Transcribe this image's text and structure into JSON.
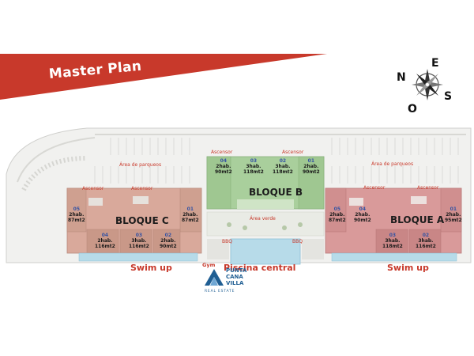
{
  "banner": {
    "title": "Master Plan",
    "color": "#c8392b"
  },
  "compass": {
    "letters": [
      "N",
      "E",
      "S",
      "O"
    ],
    "icon": "compass-rose-icon"
  },
  "areas": {
    "parking_left": "Área de parqueos",
    "parking_right": "Área de parqueos",
    "green_area": "Área verde",
    "central_pool": "Piscina central",
    "swim_up_left": "Swim up",
    "swim_up_right": "Swim up",
    "gym": "Gym",
    "bbq_left": "BBQ",
    "bbq_right": "BBQ"
  },
  "elevators": {
    "c_left": "Ascensor",
    "c_right": "Ascensor",
    "b_left": "Ascensor",
    "b_right": "Ascensor",
    "a_left": "Ascensor",
    "a_right": "Ascensor"
  },
  "blocks": {
    "c": {
      "title": "BLOQUE C",
      "units": [
        {
          "num": "05",
          "line1": "2hab.",
          "line2": "87mt2"
        },
        {
          "num": "01",
          "line1": "2hab.",
          "line2": "87mt2"
        },
        {
          "num": "04",
          "line1": "2hab.",
          "line2": "116mt2"
        },
        {
          "num": "03",
          "line1": "3hab.",
          "line2": "116mt2"
        },
        {
          "num": "02",
          "line1": "2hab.",
          "line2": "90mt2"
        }
      ]
    },
    "b": {
      "title": "BLOQUE B",
      "units": [
        {
          "num": "04",
          "line1": "2hab.",
          "line2": "90mt2"
        },
        {
          "num": "03",
          "line1": "3hab.",
          "line2": "118mt2"
        },
        {
          "num": "02",
          "line1": "3hab.",
          "line2": "118mt2"
        },
        {
          "num": "01",
          "line1": "2hab.",
          "line2": "90mt2"
        }
      ]
    },
    "a": {
      "title": "BLOQUE A",
      "units": [
        {
          "num": "05",
          "line1": "2hab.",
          "line2": "87mt2"
        },
        {
          "num": "04",
          "line1": "2hab.",
          "line2": "90mt2"
        },
        {
          "num": "01",
          "line1": "2hab.",
          "line2": "95mt2"
        },
        {
          "num": "03",
          "line1": "3hab.",
          "line2": "118mt2"
        },
        {
          "num": "02",
          "line1": "3hab.",
          "line2": "116mt2"
        }
      ]
    }
  },
  "logo": {
    "line1": "PUNTA",
    "line2": "CANA",
    "line3": "VILLA",
    "sub": "REAL ESTATE",
    "color": "#1f5e93"
  },
  "colors": {
    "block_c": "#d9a99b",
    "block_b": "#a9cf9c",
    "block_a": "#d99a9a",
    "pool": "#b7dbe9",
    "accent": "#c8392b"
  }
}
